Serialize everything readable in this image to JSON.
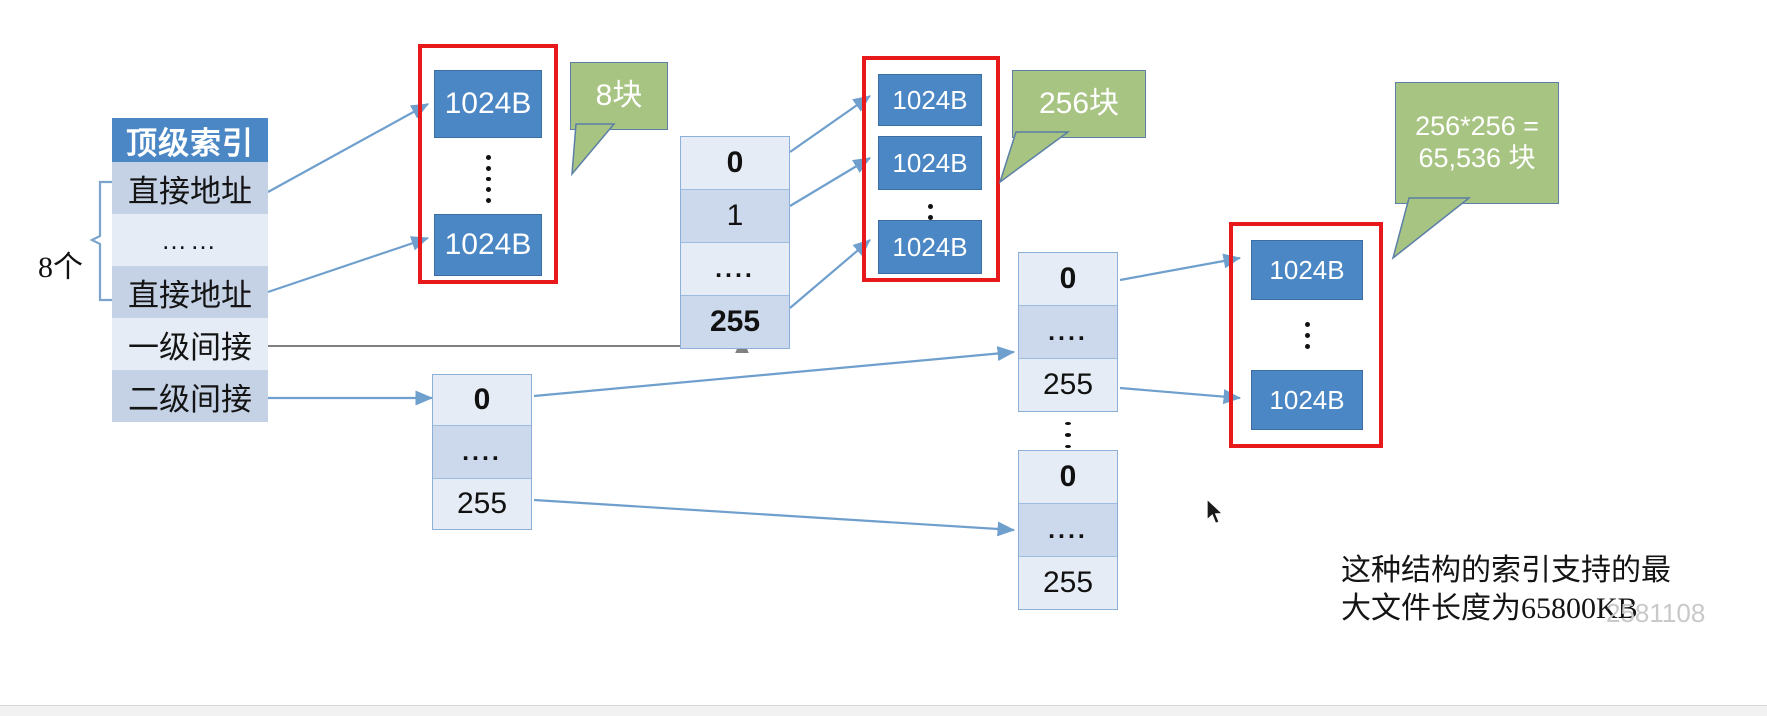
{
  "diagram": {
    "title_block": "顶级索引",
    "group_label": "8个",
    "index_rows": [
      {
        "label": "直接地址"
      },
      {
        "label": "……"
      },
      {
        "label": "直接地址"
      },
      {
        "label": "一级间接"
      },
      {
        "label": "二级间接"
      }
    ],
    "block_label": "1024B",
    "callouts": [
      {
        "text": "8块"
      },
      {
        "text": "256块"
      },
      {
        "text": "256*256 = 65,536 块"
      }
    ],
    "pointer_tables": [
      {
        "name": "first-level-pointer-table",
        "rows": [
          "0",
          "1",
          "....",
          "255"
        ]
      },
      {
        "name": "second-level-top-table",
        "rows": [
          "0",
          "....",
          "255"
        ]
      },
      {
        "name": "second-level-sub-table-first",
        "rows": [
          "0",
          "....",
          "255"
        ]
      },
      {
        "name": "second-level-sub-table-last",
        "rows": [
          "0",
          "....",
          "255"
        ]
      }
    ],
    "caption": {
      "line1": "这种结构的索引支持的最",
      "line2": "大文件长度为65800KB"
    },
    "watermark": "2581108",
    "colors": {
      "header_blue": "#4a87c4",
      "block_blue": "#4a87c4",
      "row_dark": "#c5d2e6",
      "row_light": "#e6ecf5",
      "red_border": "#e8191b",
      "callout_green": "#a8c483",
      "arrow_blue": "#6f9fcd"
    }
  }
}
